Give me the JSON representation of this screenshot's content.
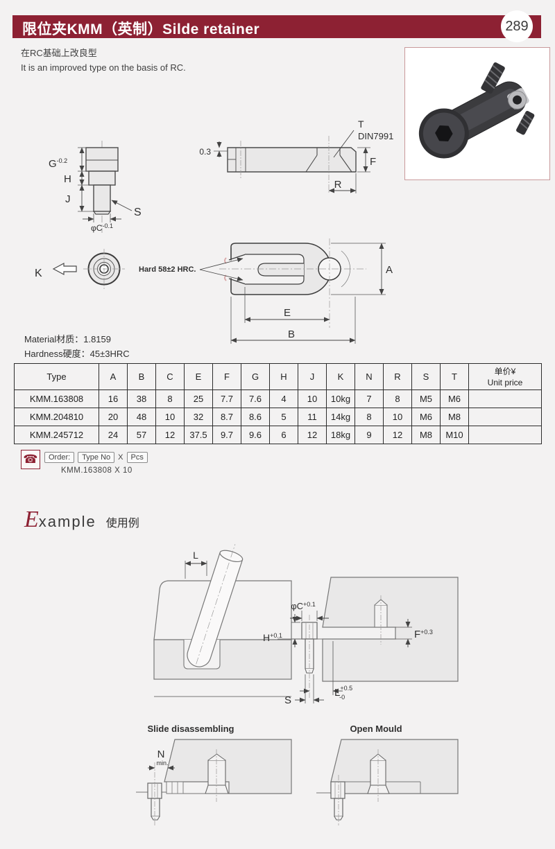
{
  "page": {
    "background": "#F3F2F2",
    "accent": "#8D2133",
    "number": "289"
  },
  "header": {
    "title": "限位夹KMM（英制）Silde retainer"
  },
  "intro": {
    "zh": "在RC基础上改良型",
    "en": "It is an improved type on the basis of RC."
  },
  "specs": {
    "material": "Material材质：1.8159",
    "hardness": "Hardness硬度：45±3HRC"
  },
  "drawing": {
    "hard_note": "Hard 58±2 HRC.",
    "pin": {
      "g": "G",
      "g_tol": "-0.2",
      "h": "H",
      "j": "J",
      "s": "S",
      "c": "φC",
      "c_tol": "-0.1",
      "k": "K"
    },
    "plate": {
      "gap": "0.3",
      "t": "T",
      "din": "DIN7991",
      "f": "F",
      "r": "R"
    },
    "top": {
      "a": "A",
      "e": "E",
      "b": "B"
    }
  },
  "table": {
    "col_type": "Type",
    "cols": [
      "A",
      "B",
      "C",
      "E",
      "F",
      "G",
      "H",
      "J",
      "K",
      "N",
      "R",
      "S",
      "T"
    ],
    "unit_price_zh": "单价¥",
    "unit_price_en": "Unit price",
    "rows": [
      {
        "type": "KMM.163808",
        "values": [
          "16",
          "38",
          "8",
          "25",
          "7.7",
          "7.6",
          "4",
          "10",
          "10kg",
          "7",
          "8",
          "M5",
          "M6"
        ],
        "price": ""
      },
      {
        "type": "KMM.204810",
        "values": [
          "20",
          "48",
          "10",
          "32",
          "8.7",
          "8.6",
          "5",
          "11",
          "14kg",
          "8",
          "10",
          "M6",
          "M8"
        ],
        "price": ""
      },
      {
        "type": "KMM.245712",
        "values": [
          "24",
          "57",
          "12",
          "37.5",
          "9.7",
          "9.6",
          "6",
          "12",
          "18kg",
          "9",
          "12",
          "M8",
          "M10"
        ],
        "price": ""
      }
    ]
  },
  "order": {
    "label": "Order:",
    "type_no": "Type No",
    "times": "X",
    "pcs": "Pcs",
    "sample": "KMM.163808  X  10"
  },
  "example": {
    "title_e": "E",
    "title_rest": "xample",
    "title_zh": "使用例",
    "labels": {
      "l": "L",
      "phic": "φC",
      "phic_tol": "+0.1",
      "h": "H",
      "h_tol": "+0.1",
      "f": "F",
      "f_tol": "+0.3",
      "l2": "L",
      "l2_up": "+0.5",
      "l2_dn": "-0",
      "s": "S",
      "n": "N",
      "min": "min."
    },
    "captions": {
      "left": "Slide disassembling",
      "right": "Open Mould"
    }
  }
}
